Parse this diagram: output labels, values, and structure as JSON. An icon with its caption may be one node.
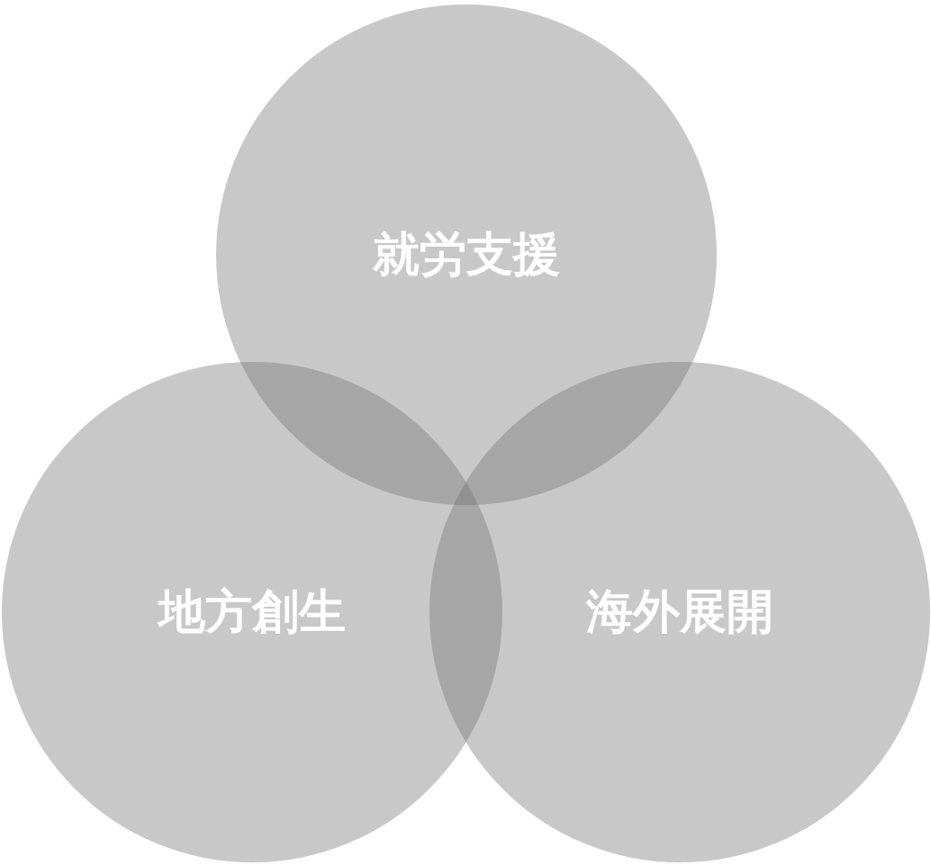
{
  "diagram": {
    "nodes": [
      {
        "text": [
          "就労支援"
        ]
      },
      {
        "text": [
          "地方創生"
        ]
      },
      {
        "text": [
          "海外展開"
        ]
      }
    ]
  }
}
